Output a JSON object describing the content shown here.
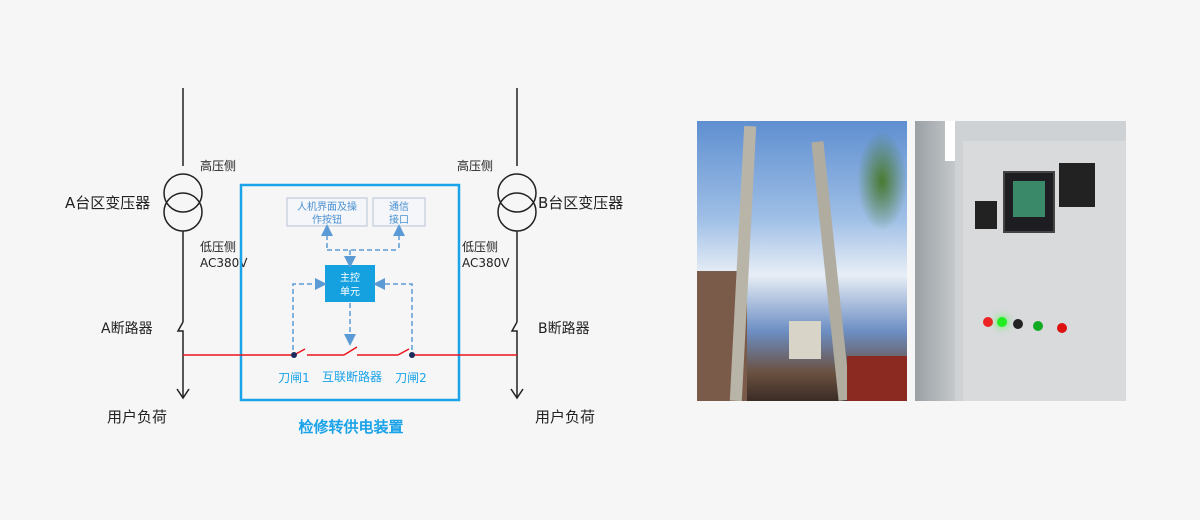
{
  "left_side": {
    "transformer": "A台区变压器",
    "high": "高压侧",
    "low": "低压侧",
    "voltage": "AC380V",
    "breaker": "A断路器",
    "load": "用户负荷"
  },
  "right_side": {
    "transformer": "B台区变压器",
    "high": "高压侧",
    "low": "低压侧",
    "voltage": "AC380V",
    "breaker": "B断路器",
    "load": "用户负荷"
  },
  "device": {
    "title": "检修转供电装置",
    "hmi_line1": "人机界面及操",
    "hmi_line2": "作按钮",
    "comm_line1": "通信",
    "comm_line2": "接口",
    "ctrl_line1": "主控",
    "ctrl_line2": "单元",
    "switch1": "刀闸1",
    "breaker": "互联断路器",
    "switch2": "刀闸2"
  },
  "colors": {
    "accent": "#1aa3e8",
    "line_red": "#e8141c",
    "dash": "#5b9bd5"
  }
}
